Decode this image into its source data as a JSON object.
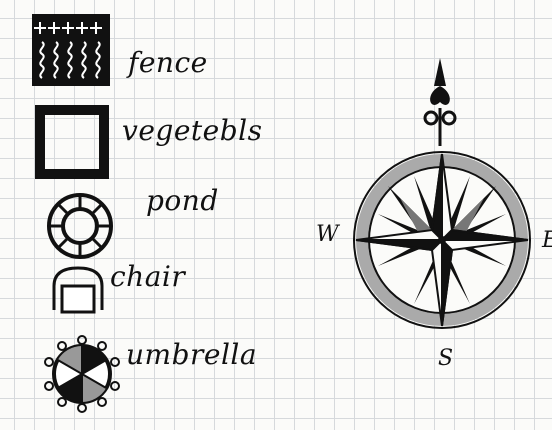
{
  "legend": {
    "items": [
      {
        "key": "fence",
        "label": "fence",
        "icon": "fence-icon"
      },
      {
        "key": "vegetables",
        "label": "vegetebls",
        "icon": "vegetable-bed-icon"
      },
      {
        "key": "pond",
        "label": "pond",
        "icon": "pond-icon"
      },
      {
        "key": "chair",
        "label": "chair",
        "icon": "chair-icon"
      },
      {
        "key": "umbrella",
        "label": "umbrella",
        "icon": "umbrella-icon"
      }
    ]
  },
  "compass": {
    "west": "W",
    "east": "E",
    "south": "S"
  }
}
